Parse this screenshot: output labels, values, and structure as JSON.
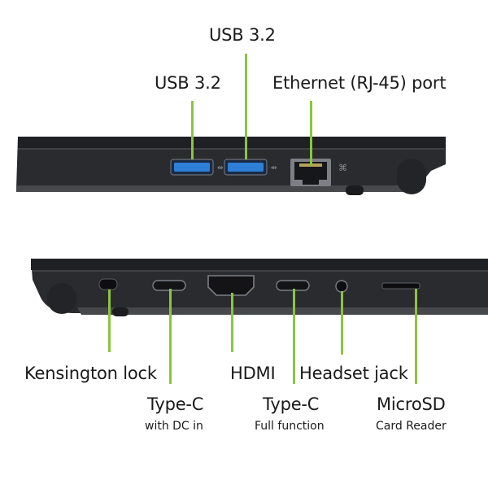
{
  "colors": {
    "accent": "#8bc53f",
    "chassis": "#2a2b2e",
    "chassis_edge": "#505257",
    "usb_blue": "#2f7fd6",
    "text": "#1a1a1a"
  },
  "top_side": {
    "ports": [
      {
        "label": "USB 3.2",
        "icon": "usb-a-port"
      },
      {
        "label": "USB 3.2",
        "icon": "usb-a-port"
      },
      {
        "label": "Ethernet (RJ-45) port",
        "icon": "rj45-port"
      }
    ]
  },
  "bottom_side": {
    "ports": [
      {
        "label": "Kensington lock",
        "sub": "",
        "icon": "kensington-slot"
      },
      {
        "label": "Type-C",
        "sub": "with DC in",
        "icon": "usb-c-port"
      },
      {
        "label": "HDMI",
        "sub": "",
        "icon": "hdmi-port"
      },
      {
        "label": "Type-C",
        "sub": "Full function",
        "icon": "usb-c-port"
      },
      {
        "label": "Headset jack",
        "sub": "",
        "icon": "audio-jack"
      },
      {
        "label": "MicroSD",
        "sub": "Card Reader",
        "icon": "microsd-slot"
      }
    ]
  }
}
